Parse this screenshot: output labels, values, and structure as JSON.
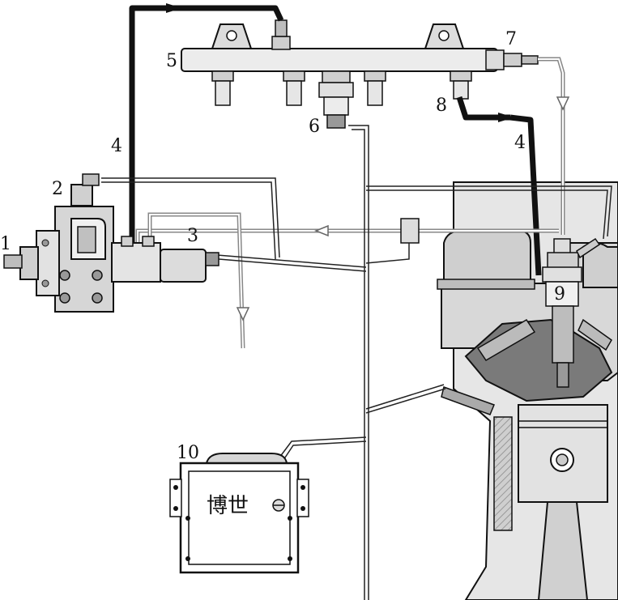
{
  "labels": {
    "l1": "1",
    "l2": "2",
    "l3": "3",
    "l4a": "4",
    "l4b": "4",
    "l5": "5",
    "l6": "6",
    "l7": "7",
    "l8": "8",
    "l9": "9",
    "l10": "10"
  },
  "ecu": {
    "brand_text": "博世"
  },
  "colors": {
    "line": "#111111",
    "fill_light": "#e8e8e8",
    "fill_mid": "#bdbdbd",
    "fill_dark": "#8a8a8a",
    "hp_line": "#222222"
  }
}
